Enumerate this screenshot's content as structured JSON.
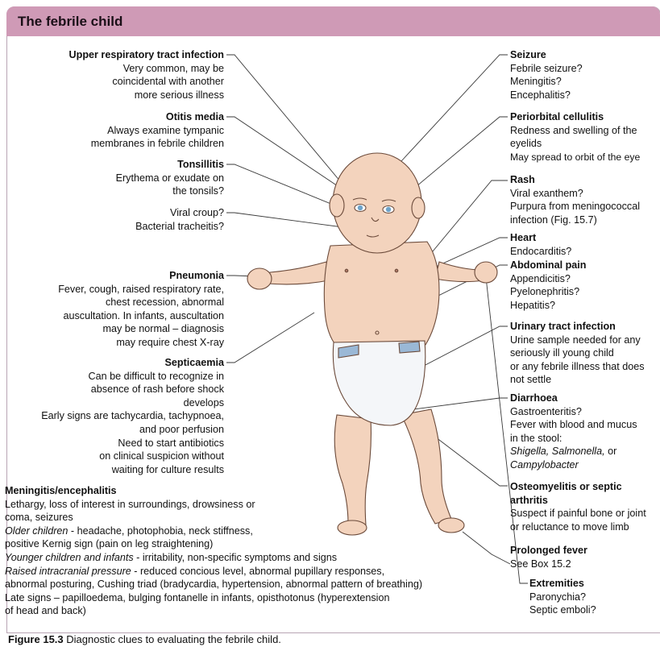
{
  "header": {
    "title": "The febrile child"
  },
  "colors": {
    "header_bg": "#cf9ab6",
    "skin": "#f3d3bd",
    "diaper_band": "#9ab8d6"
  },
  "left": {
    "urti": {
      "title": "Upper respiratory tract infection",
      "lines": [
        "Very common, may be",
        "coincidental with another",
        "more serious illness"
      ]
    },
    "otitis": {
      "title": "Otitis media",
      "lines": [
        "Always examine tympanic",
        "membranes in febrile children"
      ]
    },
    "tonsil": {
      "title": "Tonsillitis",
      "lines": [
        "Erythema or exudate on",
        "the tonsils?"
      ]
    },
    "croup": {
      "lines": [
        "Viral croup?",
        "Bacterial tracheitis?"
      ]
    },
    "pneumonia": {
      "title": "Pneumonia",
      "lines": [
        "Fever, cough, raised respiratory rate,",
        "chest recession, abnormal",
        "auscultation. In infants, auscultation",
        "may be normal – diagnosis",
        "may require chest X-ray"
      ]
    },
    "septic": {
      "title": "Septicaemia",
      "lines": [
        "Can be difficult to recognize in",
        "absence of rash before shock",
        "develops",
        "Early signs are tachycardia, tachypnoea,",
        "and poor perfusion",
        "Need to start antibiotics",
        "on clinical suspicion without",
        "waiting for culture results"
      ]
    }
  },
  "meningitis": {
    "title": "Meningitis/encephalitis",
    "line1": "Lethargy, loss of interest in surroundings, drowsiness or",
    "line2": "coma, seizures",
    "older_label": "Older children",
    "older_text": " - headache, photophobia, neck stiffness,",
    "line4": "positive Kernig sign (pain on  leg straightening)",
    "younger_label": "Younger children and infants",
    "younger_text": " - irritability, non-specific symptoms and signs",
    "icp_label": "Raised intracranial pressure",
    "icp_text": " - reduced concious level, abnormal pupillary responses,",
    "line7": "abnormal posturing, Cushing triad (bradycardia, hypertension, abnormal pattern of breathing)",
    "line8": "Late signs – papilloedema, bulging fontanelle in infants, opisthotonus (hyperextension",
    "line9": "of head and back)"
  },
  "right": {
    "seizure": {
      "title": "Seizure",
      "lines": [
        "Febrile seizure?",
        "Meningitis?",
        "Encephalitis?"
      ]
    },
    "periorbital": {
      "title": "Periorbital cellulitis",
      "lines": [
        "Redness and swelling of the",
        "eyelids",
        "May spread to orbit of the eye"
      ]
    },
    "rash": {
      "title": "Rash",
      "lines": [
        "Viral exanthem?",
        "Purpura from meningococcal",
        "infection (Fig. 15.7)"
      ]
    },
    "heart": {
      "title": "Heart",
      "lines": [
        "Endocarditis?"
      ]
    },
    "abdominal": {
      "title": "Abdominal pain",
      "lines": [
        "Appendicitis?",
        "Pyelonephritis?",
        "Hepatitis?"
      ]
    },
    "uti": {
      "title": "Urinary tract infection",
      "lines": [
        "Urine sample needed for any",
        "seriously ill young child",
        "or any febrile illness that does",
        "not settle"
      ]
    },
    "diarrhoea": {
      "title": "Diarrhoea",
      "lines": [
        "Gastroenteritis?",
        "Fever with blood and mucus",
        "in the stool:"
      ],
      "organisms": "Shigella, Salmonella,",
      "or": " or",
      "campy": "Campylobacter"
    },
    "osteo": {
      "title": "Osteomyelitis or septic",
      "title2": "arthritis",
      "lines": [
        "Suspect if painful bone or joint",
        "or reluctance to move limb"
      ]
    },
    "prolonged": {
      "title": "Prolonged fever",
      "lines": [
        "See Box 15.2"
      ]
    },
    "extremities": {
      "title": "Extremities",
      "lines": [
        "Paronychia?",
        "Septic emboli?"
      ]
    }
  },
  "caption": {
    "label": "Figure  15.3",
    "text": " Diagnostic clues to evaluating the febrile child."
  }
}
